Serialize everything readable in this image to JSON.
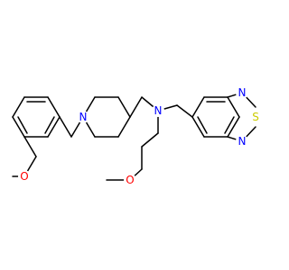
{
  "molecule": {
    "atoms": [
      {
        "id": "n_amine",
        "symbol": "N"
      },
      {
        "id": "n_piperidine",
        "symbol": "N"
      },
      {
        "id": "o_chain",
        "symbol": "O"
      },
      {
        "id": "o_methoxy",
        "symbol": "O"
      },
      {
        "id": "n_thiadiazole_top",
        "symbol": "N"
      },
      {
        "id": "s_thiadiazole",
        "symbol": "S"
      },
      {
        "id": "n_thiadiazole_bottom",
        "symbol": "N"
      }
    ]
  },
  "colors": {
    "bond": "#000000",
    "carbon": "#000000",
    "nitrogen": "#0000ff",
    "oxygen": "#ff0000",
    "sulfur": "#cccc00",
    "background": "#ffffff"
  }
}
